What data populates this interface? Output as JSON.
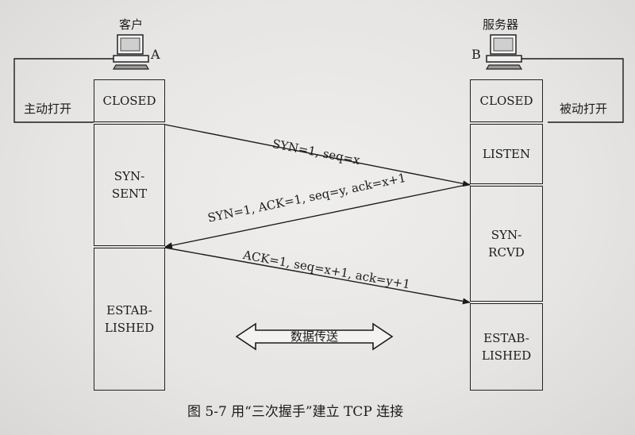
{
  "client": {
    "title": "客户",
    "letter": "A",
    "open_label": "主动打开"
  },
  "server": {
    "title": "服务器",
    "letter": "B",
    "open_label": "被动打开"
  },
  "client_states": [
    "CLOSED",
    "SYN-\nSENT",
    "ESTAB-\nLISHED"
  ],
  "server_states": [
    "CLOSED",
    "LISTEN",
    "SYN-\nRCVD",
    "ESTAB-\nLISHED"
  ],
  "messages": {
    "syn": "SYN=1, seq=x",
    "syn_ack": "SYN=1, ACK=1, seq=y, ack=x+1",
    "ack": "ACK=1, seq=x+1, ack=y+1"
  },
  "transfer_label": "数据传送",
  "caption": "图 5-7   用“三次握手”建立 TCP 连接",
  "icons": {
    "client_computer": "computer-icon",
    "server_computer": "computer-icon",
    "transfer_arrow": "double-arrow-icon"
  }
}
